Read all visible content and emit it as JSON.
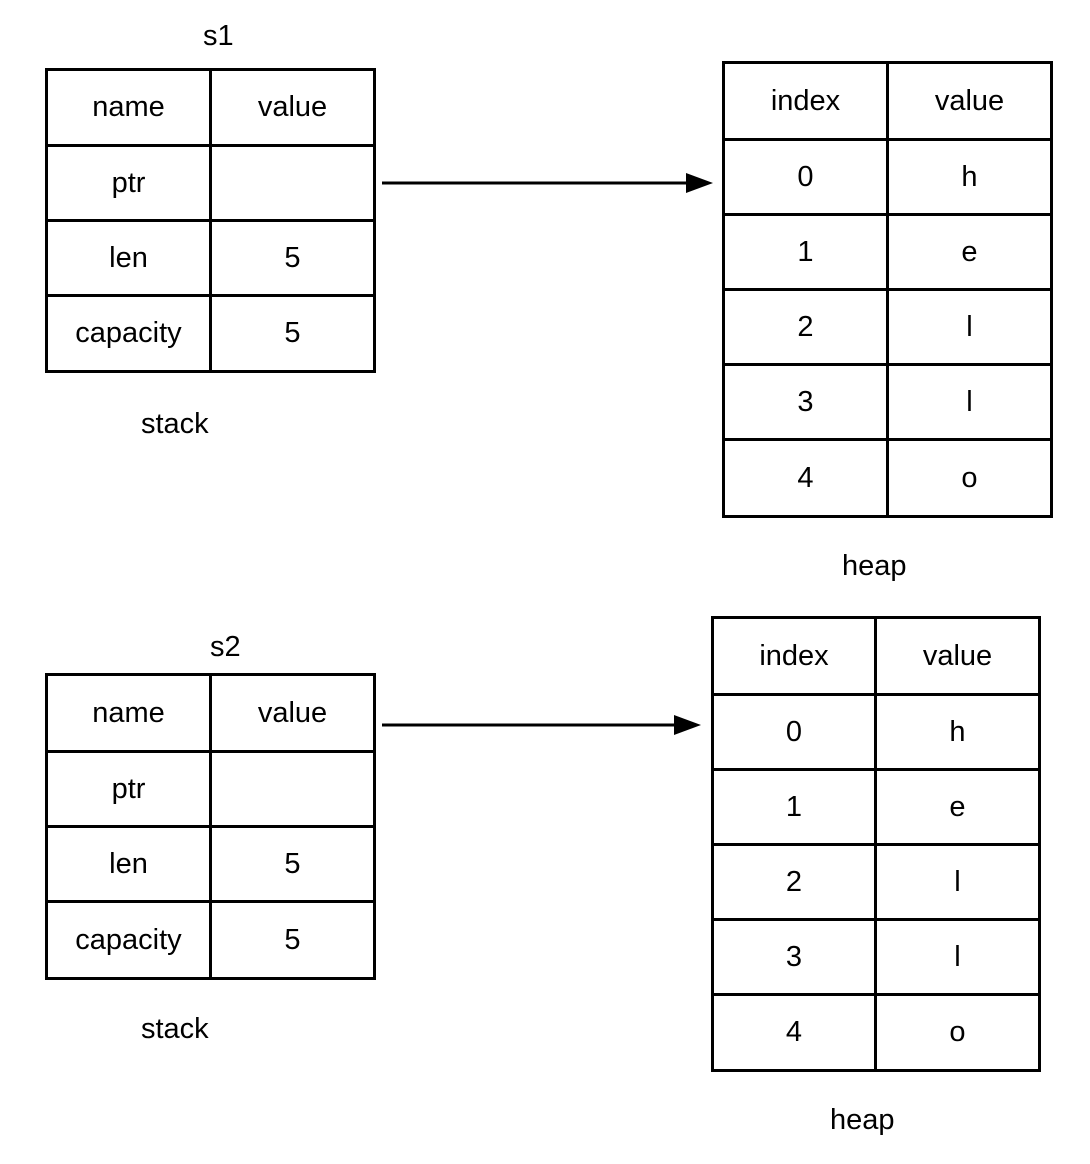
{
  "diagram_1": {
    "stack_title": "s1",
    "stack_label": "stack",
    "stack_headers": [
      "name",
      "value"
    ],
    "stack_rows": [
      [
        "ptr",
        ""
      ],
      [
        "len",
        "5"
      ],
      [
        "capacity",
        "5"
      ]
    ],
    "heap_label": "heap",
    "heap_headers": [
      "index",
      "value"
    ],
    "heap_rows": [
      [
        "0",
        "h"
      ],
      [
        "1",
        "e"
      ],
      [
        "2",
        "l"
      ],
      [
        "3",
        "l"
      ],
      [
        "4",
        "o"
      ]
    ]
  },
  "diagram_2": {
    "stack_title": "s2",
    "stack_label": "stack",
    "stack_headers": [
      "name",
      "value"
    ],
    "stack_rows": [
      [
        "ptr",
        ""
      ],
      [
        "len",
        "5"
      ],
      [
        "capacity",
        "5"
      ]
    ],
    "heap_label": "heap",
    "heap_headers": [
      "index",
      "value"
    ],
    "heap_rows": [
      [
        "0",
        "h"
      ],
      [
        "1",
        "e"
      ],
      [
        "2",
        "l"
      ],
      [
        "3",
        "l"
      ],
      [
        "4",
        "o"
      ]
    ]
  }
}
